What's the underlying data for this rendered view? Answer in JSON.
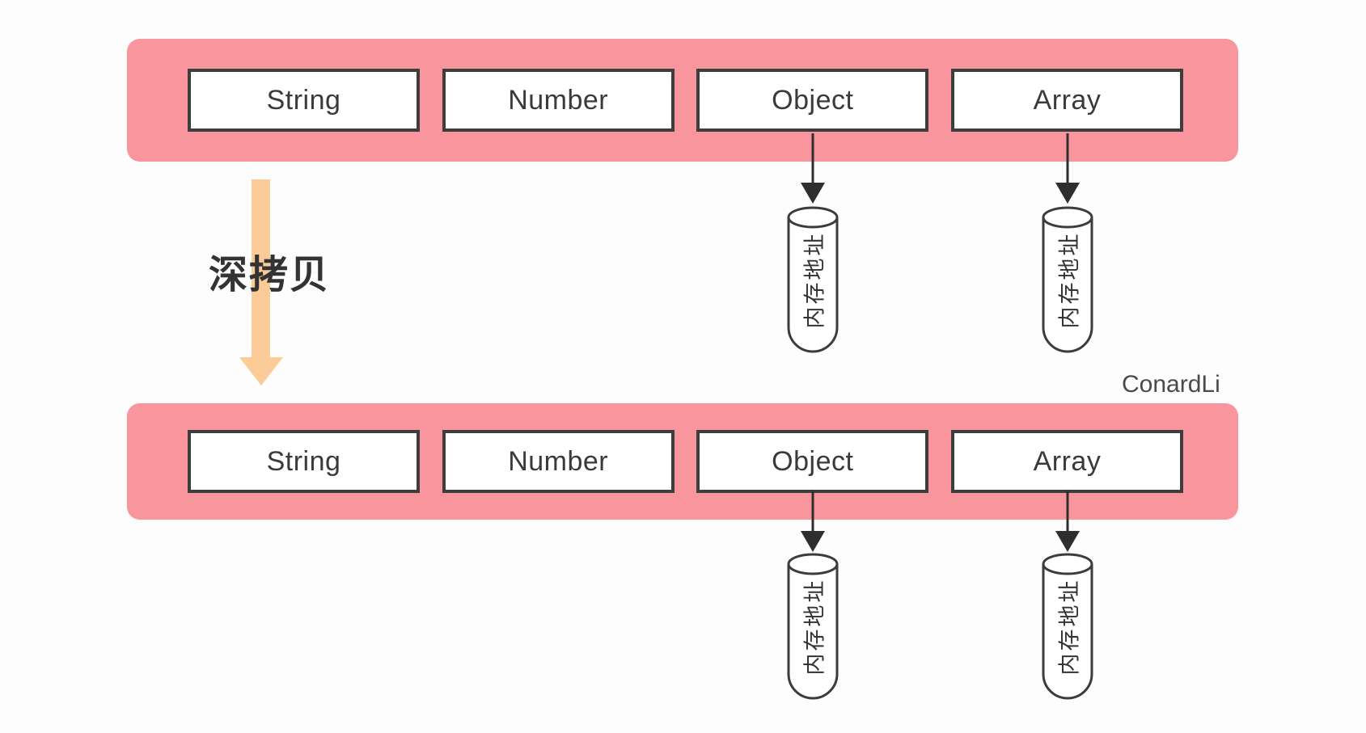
{
  "watermark": "ConardLi",
  "copy_arrow": {
    "label": "深拷贝"
  },
  "memory_cell": {
    "label": "内存地址"
  },
  "source_row": {
    "types": [
      {
        "label": "String"
      },
      {
        "label": "Number"
      },
      {
        "label": "Object"
      },
      {
        "label": "Array"
      }
    ]
  },
  "copy_row": {
    "types": [
      {
        "label": "String"
      },
      {
        "label": "Number"
      },
      {
        "label": "Object"
      },
      {
        "label": "Array"
      }
    ]
  },
  "colors": {
    "bar_background": "#F9959C",
    "copy_arrow_orange": "#FBCC98",
    "outline_dark": "#3D3D3D",
    "text_dark": "#3A3A3A"
  }
}
